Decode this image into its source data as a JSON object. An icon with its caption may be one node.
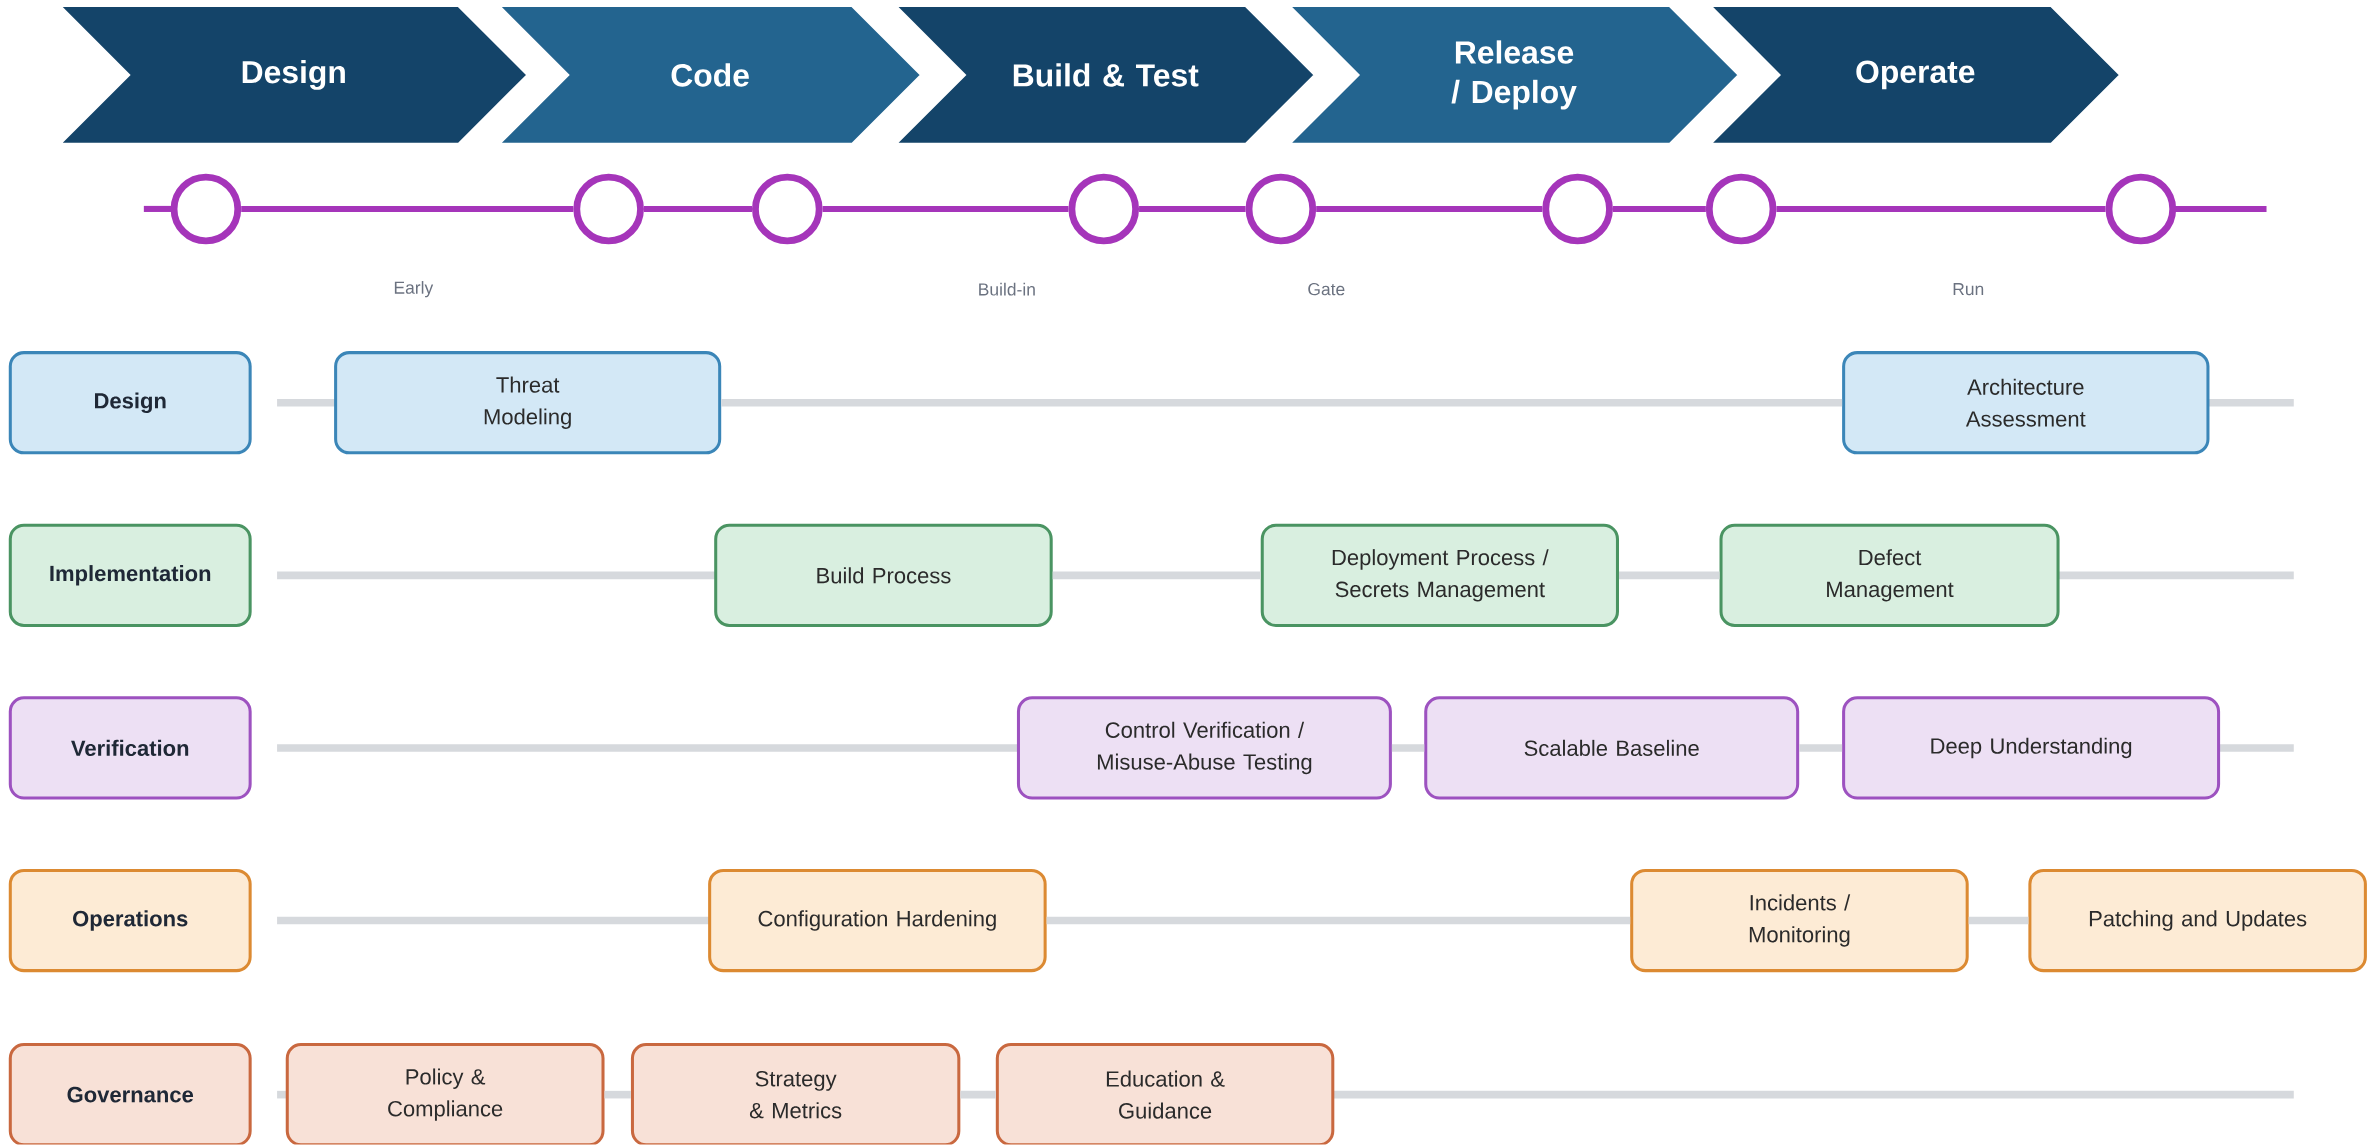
{
  "diagram": {
    "nodes": [
      {
        "text": [
          "Design"
        ]
      },
      {
        "text": [
          "Code"
        ]
      },
      {
        "text": [
          "Build & Test"
        ]
      },
      {
        "text": [
          "Release / Deploy"
        ]
      },
      {
        "text": [
          "Operate"
        ]
      },
      {
        "text": [],
        "shape": "circle"
      },
      {
        "text": [],
        "shape": "circle"
      },
      {
        "text": [],
        "shape": "circle"
      },
      {
        "text": [],
        "shape": "circle"
      },
      {
        "text": [],
        "shape": "circle"
      },
      {
        "text": [],
        "shape": "circle"
      },
      {
        "text": [],
        "shape": "circle"
      },
      {
        "text": [],
        "shape": "circle"
      },
      {
        "text": [
          "Design"
        ]
      },
      {
        "text": [
          "Threat Modeling"
        ]
      },
      {
        "text": [
          "Architecture Assessment"
        ]
      },
      {
        "text": [
          "Implementation"
        ]
      },
      {
        "text": [
          "Build Process"
        ]
      },
      {
        "text": [
          "Deployment Process / Secrets Management"
        ]
      },
      {
        "text": [
          "Defect Management"
        ]
      },
      {
        "text": [
          "Verification"
        ]
      },
      {
        "text": [
          "Control Verification / Misuse-Abuse Testing"
        ]
      },
      {
        "text": [
          "Scalable Baseline"
        ]
      },
      {
        "text": [
          "Deep Understanding"
        ]
      },
      {
        "text": [
          "Operations"
        ]
      },
      {
        "text": [
          "Configuration Hardening"
        ]
      },
      {
        "text": [
          "Incidents / Monitoring"
        ]
      },
      {
        "text": [
          "Patching and Updates"
        ]
      },
      {
        "text": [
          "Governance"
        ]
      },
      {
        "text": [
          "Policy & Compliance"
        ]
      },
      {
        "text": [
          "Strategy & Metrics"
        ]
      },
      {
        "text": [
          "Education & Guidance"
        ]
      }
    ],
    "edges": [
      {
        "from": 5,
        "to": 6,
        "arrow": "none",
        "color": "#a535ba"
      },
      {
        "from": 6,
        "to": 7,
        "arrow": "none",
        "color": "#a535ba"
      },
      {
        "from": 7,
        "to": 8,
        "arrow": "none",
        "color": "#a535ba"
      },
      {
        "from": 8,
        "to": 9,
        "arrow": "none",
        "color": "#a535ba"
      },
      {
        "from": 9,
        "to": 10,
        "arrow": "none",
        "color": "#a535ba"
      },
      {
        "from": 10,
        "to": 11,
        "arrow": "none",
        "color": "#a535ba"
      },
      {
        "from": 11,
        "to": 12,
        "arrow": "none",
        "color": "#a535ba"
      },
      {
        "from": 14,
        "to": 15,
        "arrow": "none"
      },
      {
        "from": 17,
        "to": 18,
        "arrow": "none"
      },
      {
        "from": 18,
        "to": 19,
        "arrow": "none"
      },
      {
        "from": 21,
        "to": 22,
        "arrow": "none"
      },
      {
        "from": 22,
        "to": 23,
        "arrow": "none"
      },
      {
        "from": 25,
        "to": 26,
        "arrow": "none"
      },
      {
        "from": 26,
        "to": 27,
        "arrow": "none"
      },
      {
        "from": 29,
        "to": 30,
        "arrow": "none"
      },
      {
        "from": 30,
        "to": 31,
        "arrow": "none"
      }
    ],
    "labels": [
      "Early",
      "Build-in",
      "Gate",
      "Run"
    ]
  }
}
